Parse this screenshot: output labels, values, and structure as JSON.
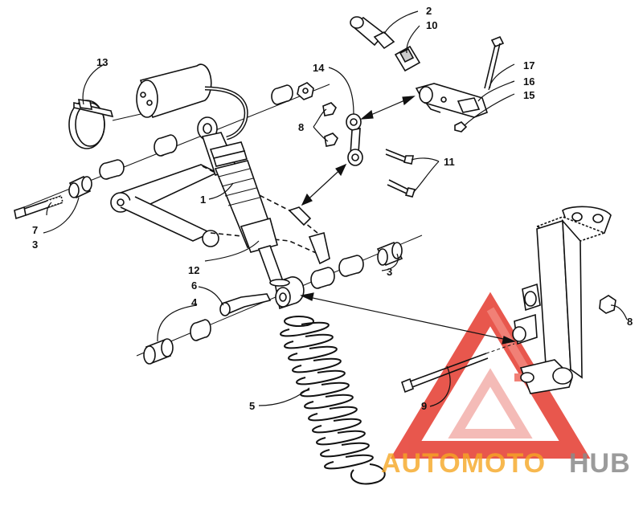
{
  "callouts": {
    "c1": "1",
    "c2": "2",
    "c3a": "3",
    "c3b": "3",
    "c4": "4",
    "c5": "5",
    "c6": "6",
    "c7": "7",
    "c8a": "8",
    "c8b": "8",
    "c9": "9",
    "c10": "10",
    "c11": "11",
    "c12": "12",
    "c13": "13",
    "c14": "14",
    "c15": "15",
    "c16": "16",
    "c17": "17"
  },
  "watermark": {
    "part1": "AUTOMOTO",
    "part2": "HUB",
    "colors": {
      "red": "#e53a2f",
      "orange": "#f5a623",
      "gray": "#8a8a8a"
    }
  }
}
